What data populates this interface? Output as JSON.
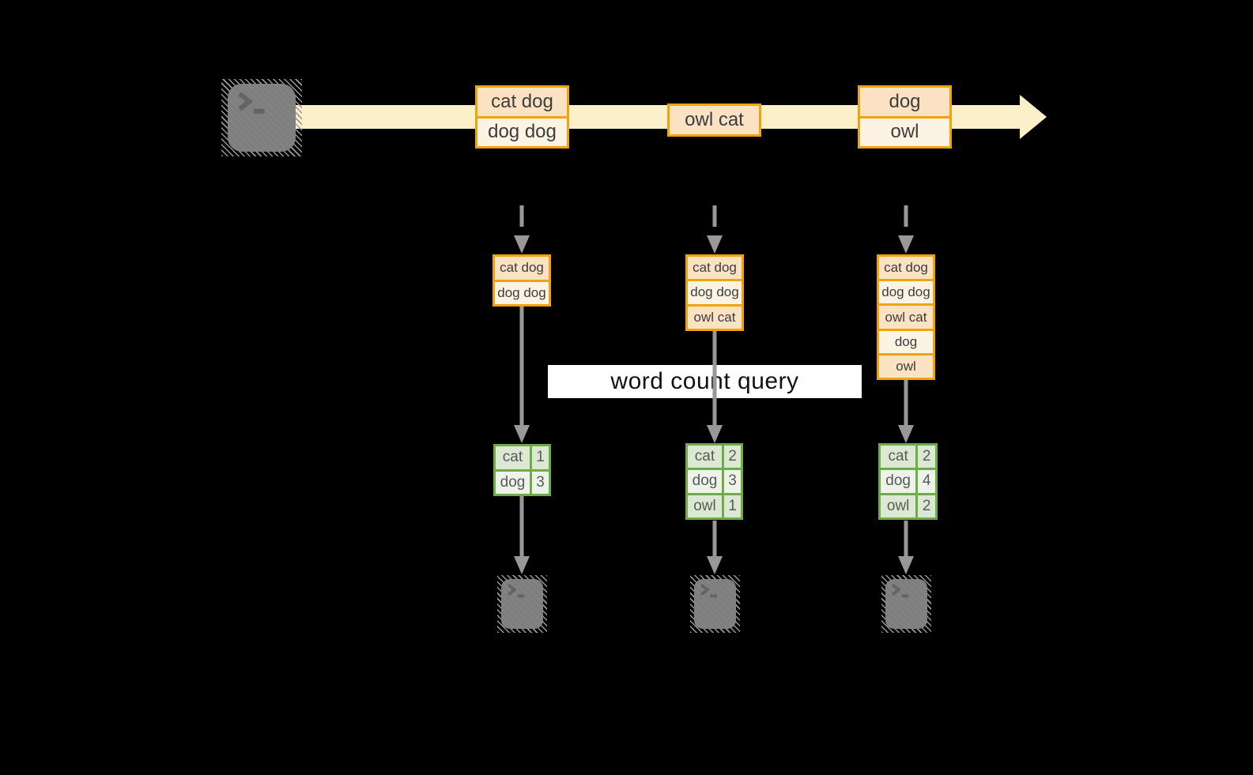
{
  "diagram": "streaming word count query flow",
  "colors": {
    "background": "#000000",
    "stream_band": "#FBF0CA",
    "record_box_border": "#F0A30A",
    "record_fill_dark": "#FBE2C3",
    "record_fill_light": "#FDF3E4",
    "count_table_border": "#6FAC48",
    "count_fill_dark": "#DBE8D2",
    "count_fill_light": "#EDF3E8",
    "arrow_gray": "#989898",
    "terminal_icon_gray": "#7F7F7F",
    "record_text": "#3D3D3D",
    "count_text": "#5A5A5A",
    "query_label_bg": "#FFFFFF",
    "query_label_text": "#111111"
  },
  "stream": {
    "source_icon": "terminal-icon",
    "batches": [
      {
        "records": [
          "cat dog",
          "dog dog"
        ]
      },
      {
        "records": [
          "owl cat"
        ]
      },
      {
        "records": [
          "dog",
          "owl"
        ]
      }
    ]
  },
  "query": {
    "label": "word count query"
  },
  "micro_batches": [
    {
      "input": [
        "cat dog",
        "dog dog"
      ],
      "counts": [
        {
          "word": "cat",
          "count": "1"
        },
        {
          "word": "dog",
          "count": "3"
        }
      ],
      "sink_icon": "terminal-icon"
    },
    {
      "input": [
        "cat dog",
        "dog dog",
        "owl cat"
      ],
      "counts": [
        {
          "word": "cat",
          "count": "2"
        },
        {
          "word": "dog",
          "count": "3"
        },
        {
          "word": "owl",
          "count": "1"
        }
      ],
      "sink_icon": "terminal-icon"
    },
    {
      "input": [
        "cat dog",
        "dog dog",
        "owl cat",
        "dog",
        "owl"
      ],
      "counts": [
        {
          "word": "cat",
          "count": "2"
        },
        {
          "word": "dog",
          "count": "4"
        },
        {
          "word": "owl",
          "count": "2"
        }
      ],
      "sink_icon": "terminal-icon"
    }
  ]
}
